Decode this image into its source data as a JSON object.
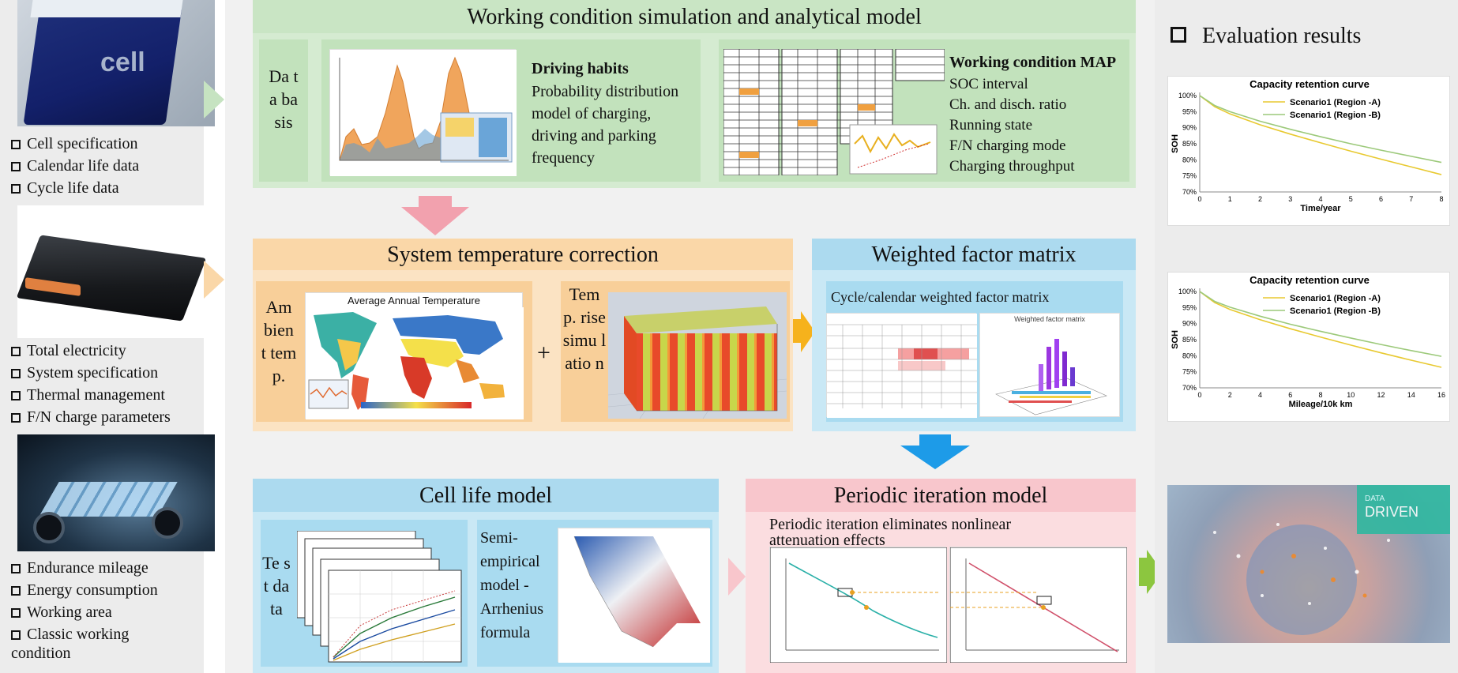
{
  "left": {
    "cell_image_text": "cell",
    "group1": [
      "Cell specification",
      "Calendar life data",
      "Cycle life data"
    ],
    "group2": [
      "Total electricity",
      "System specification",
      "Thermal management",
      "F/N charge parameters"
    ],
    "group3": [
      "Endurance mileage",
      "Energy consumption",
      "Working area",
      "Classic working condition"
    ]
  },
  "sim": {
    "title": "Working condition simulation and analytical model",
    "database": "Da ta ba sis",
    "habits_title": "Driving habits",
    "habits_text": "Probability distribution model of charging, driving and parking frequency",
    "map_title": "Working condition MAP",
    "map_items": [
      "SOC interval",
      "Ch. and disch. ratio",
      "Running state",
      "F/N charging mode",
      "Charging throughput"
    ]
  },
  "temp": {
    "title": "System temperature correction",
    "ambient": "Am bien t tem p.",
    "map_title": "Average Annual Temperature",
    "plus": "+",
    "rise": "Tem p. rise simu latio n"
  },
  "wfm": {
    "title": "Weighted factor matrix",
    "subtitle": "Cycle/calendar weighted factor matrix",
    "plot_title": "Weighted factor matrix"
  },
  "cell": {
    "title": "Cell life model",
    "test": "Te st da ta",
    "semi": "Semi-empirical model - Arrhenius formula"
  },
  "periodic": {
    "title": "Periodic iteration model",
    "text": "Periodic iteration eliminates nonlinear attenuation effects"
  },
  "results": {
    "title": "Evaluation results",
    "brand_top": "DATA",
    "brand": "DRIVEN"
  },
  "colors": {
    "yellow_series": "#e8c930",
    "green_series": "#9cc97a"
  },
  "chart_data": [
    {
      "type": "line",
      "title": "Capacity retention curve",
      "xlabel": "Time/year",
      "ylabel": "SOH",
      "x_ticks": [
        "0",
        "1",
        "2",
        "3",
        "4",
        "5",
        "6",
        "7",
        "8"
      ],
      "y_ticks": [
        "100%",
        "95%",
        "90%",
        "85%",
        "80%",
        "75%",
        "70%"
      ],
      "xlim": [
        0,
        8
      ],
      "ylim": [
        70,
        100
      ],
      "legend_position": "top-center",
      "x": [
        0,
        0.5,
        1,
        2,
        3,
        4,
        5,
        6,
        7,
        8
      ],
      "series": [
        {
          "name": "Scenario1  (Region -A)",
          "values": [
            100,
            96.5,
            94.3,
            90.9,
            88.0,
            85.3,
            82.7,
            80.2,
            77.8,
            75.4
          ]
        },
        {
          "name": "Scenario1  (Region -B)",
          "values": [
            100,
            96.9,
            95.0,
            92.0,
            89.5,
            87.2,
            85.0,
            83.0,
            81.1,
            79.2
          ]
        }
      ]
    },
    {
      "type": "line",
      "title": "Capacity retention curve",
      "xlabel": "Mileage/10k km",
      "ylabel": "SOH",
      "x_ticks": [
        "0",
        "2",
        "4",
        "6",
        "8",
        "10",
        "12",
        "14",
        "16"
      ],
      "y_ticks": [
        "100%",
        "95%",
        "90%",
        "85%",
        "80%",
        "75%",
        "70%"
      ],
      "xlim": [
        0,
        16
      ],
      "ylim": [
        70,
        100
      ],
      "legend_position": "top-center",
      "x": [
        0,
        1,
        2,
        4,
        6,
        8,
        10,
        12,
        14,
        16
      ],
      "series": [
        {
          "name": "Scenario1  (Region -A)",
          "values": [
            100,
            96.5,
            94.4,
            91.2,
            88.4,
            85.8,
            83.3,
            80.9,
            78.6,
            76.4
          ]
        },
        {
          "name": "Scenario1  (Region -B)",
          "values": [
            100,
            96.9,
            95.1,
            92.3,
            89.8,
            87.6,
            85.5,
            83.5,
            81.6,
            79.8
          ]
        }
      ]
    }
  ]
}
